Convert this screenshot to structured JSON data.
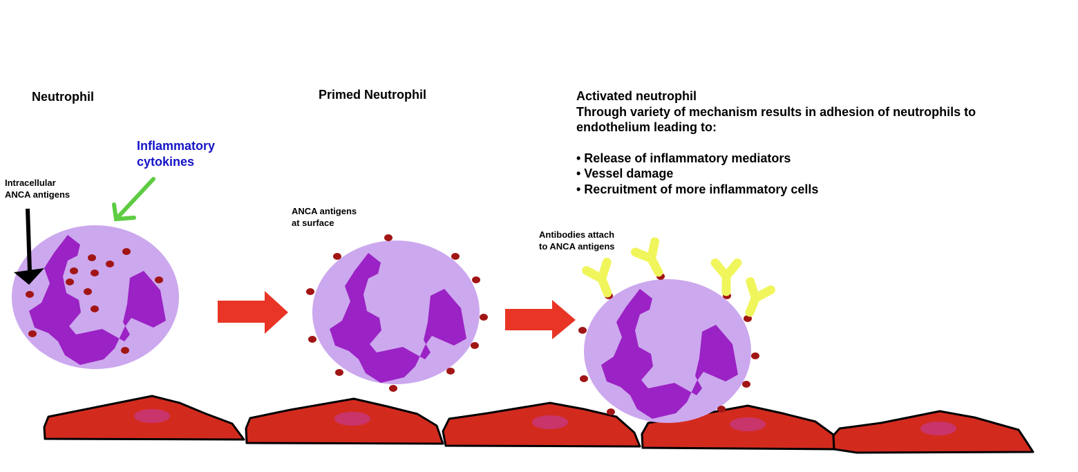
{
  "labels": {
    "neutrophil": "Neutrophil",
    "primed": "Primed Neutrophil",
    "intracellular_1": "Intracellular",
    "intracellular_2": "ANCA antigens",
    "cytokines_1": "Inflammatory",
    "cytokines_2": "cytokines",
    "surface_1": "ANCA antigens",
    "surface_2": "at surface",
    "antibodies_1": "Antibodies attach",
    "antibodies_2": "to ANCA antigens"
  },
  "activated": {
    "title": "Activated neutrophil",
    "line1": "Through variety of mechanism results in adhesion of neutrophils to",
    "line2": "endothelium leading to:",
    "bullets": [
      "• Release of inflammatory mediators",
      "• Vessel damage",
      "• Recruitment of more inflammatory cells"
    ]
  },
  "colors": {
    "cell_body": "#cca8ee",
    "nucleus": "#9b22c4",
    "granule": "#a11515",
    "antibody": "#f0f55c",
    "arrow_red": "#e83525",
    "arrow_green": "#5dcc42",
    "endothelium": "#d22b1e",
    "endothelium_nucleus": "#c9346a",
    "cytokine_text": "#1414c8"
  },
  "icons": {
    "transition_arrow": "right-arrow-icon",
    "cytokine_arrow": "down-left-arrow-icon",
    "pointer_arrow": "down-arrow-icon",
    "antibody": "y-antibody-icon"
  }
}
